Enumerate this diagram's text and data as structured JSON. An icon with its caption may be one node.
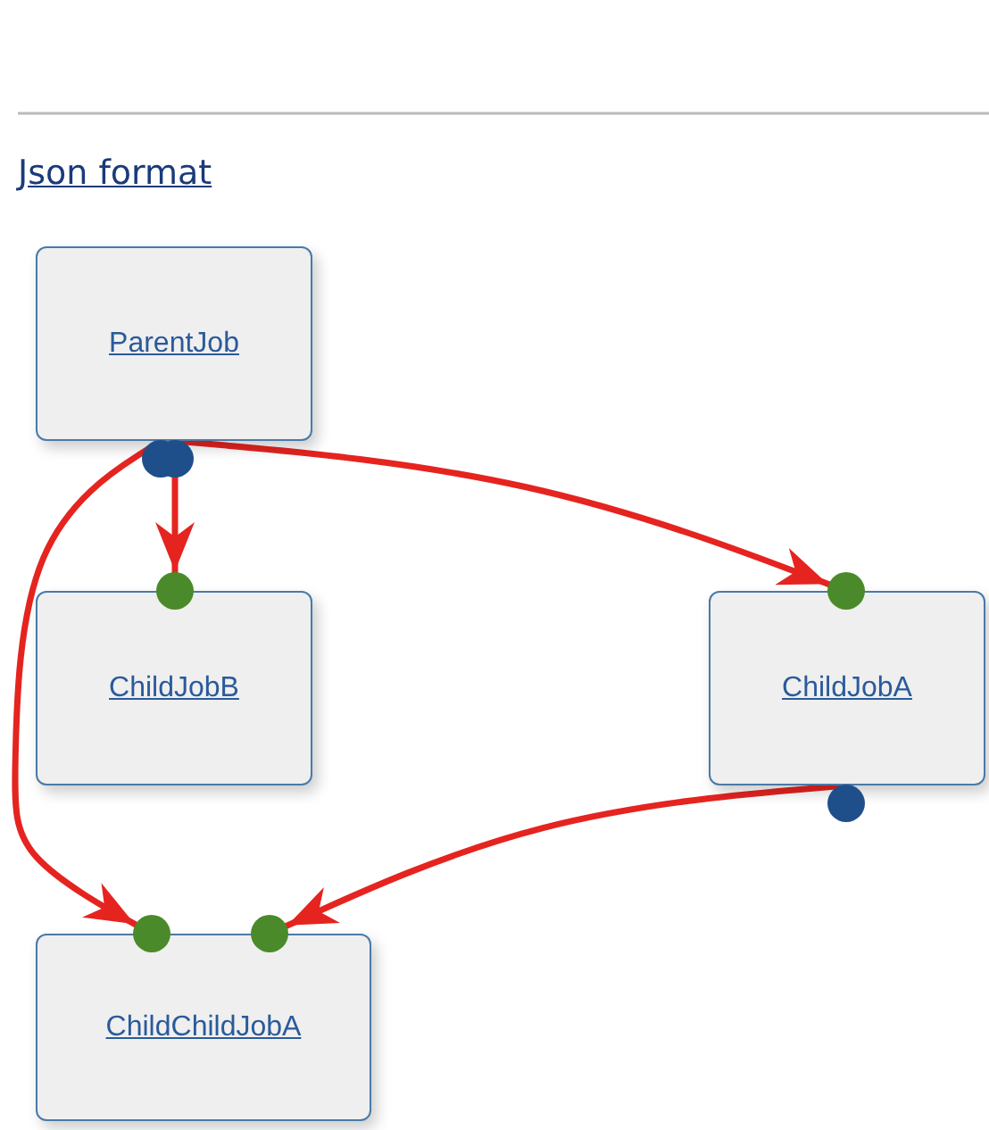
{
  "diagram": {
    "nodes": [
      {
        "text": [
          "ParentJob"
        ]
      },
      {
        "text": [
          "ChildJobB"
        ]
      },
      {
        "text": [
          "ChildJobA"
        ]
      },
      {
        "text": [
          "ChildChildJobA"
        ]
      }
    ],
    "edges": [
      {
        "from": 0,
        "to": 1,
        "arrow": "to"
      },
      {
        "from": 0,
        "to": 2,
        "arrow": "to"
      },
      {
        "from": 0,
        "to": 3,
        "arrow": "to"
      },
      {
        "from": 2,
        "to": 3,
        "arrow": "to"
      }
    ],
    "labels": [
      "Json format"
    ]
  }
}
